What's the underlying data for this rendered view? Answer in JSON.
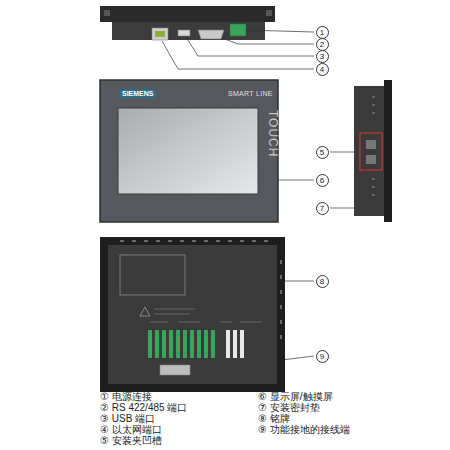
{
  "diagram": {
    "nodes": [
      {
        "text": [
          "SIEMENS",
          "SMART LINE",
          "TOUCH"
        ]
      }
    ],
    "labels": [
      "1",
      "2",
      "3",
      "4",
      "5",
      "6",
      "7",
      "8",
      "9",
      "① 电源连接",
      "② RS 422/485 端口",
      "③ USB 端口",
      "④ 以太网端口",
      "⑤ 安装夹凹槽",
      "⑥ 显示屏/触摸屏",
      "⑦ 安装密封垫",
      "⑧ 铭牌",
      "⑨ 功能接地的接线端"
    ]
  }
}
